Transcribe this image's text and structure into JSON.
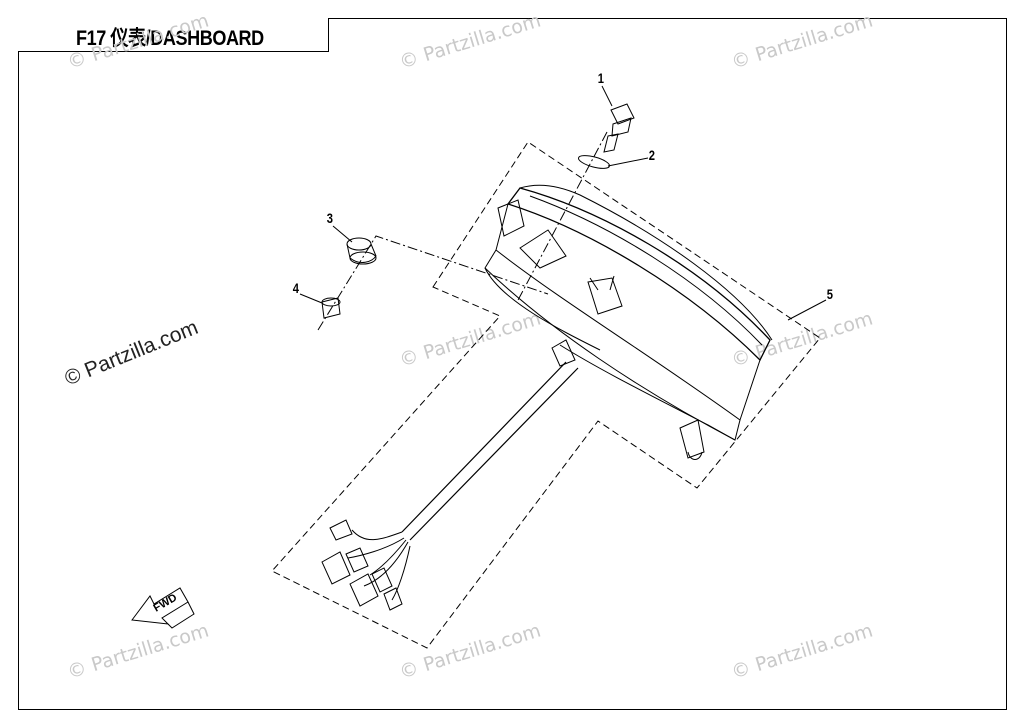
{
  "diagram": {
    "title": "F17 仪表/DASHBOARD",
    "callouts": [
      "1",
      "2",
      "3",
      "4",
      "5"
    ],
    "watermark": "© Partzilla.com",
    "arrow_label": "FWD",
    "colors": {
      "line": "#000000",
      "watermark": "#c9c9c9",
      "background": "#ffffff"
    }
  }
}
